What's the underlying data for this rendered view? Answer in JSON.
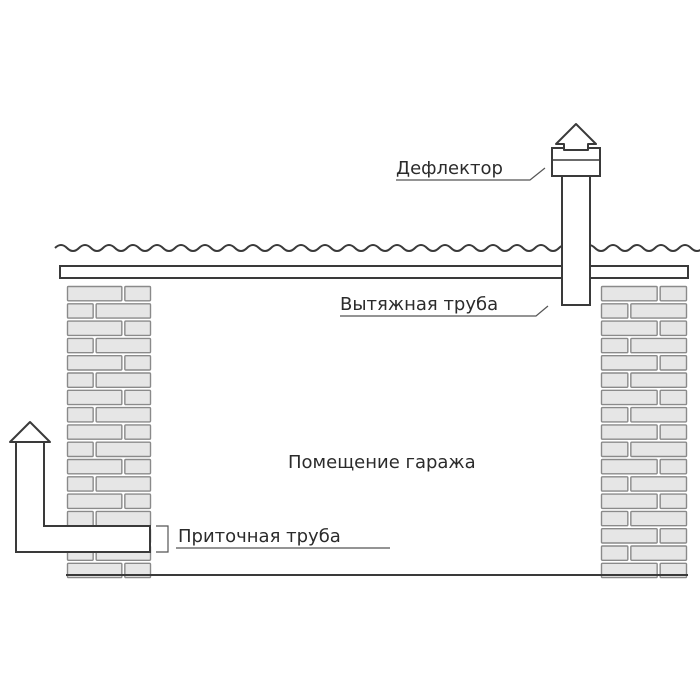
{
  "labels": {
    "deflector": "Дефлектор",
    "exhaust_pipe": "Вытяжная труба",
    "garage_room": "Помещение гаража",
    "supply_pipe": "Приточная труба"
  },
  "colors": {
    "line": "#3a3a3a",
    "brick_fill": "#e6e6e6",
    "brick_stroke": "#8a8a8a",
    "background": "#ffffff"
  },
  "icons": {
    "exhaust_arrow": "up-arrow-icon",
    "supply_arrow": "up-arrow-icon"
  }
}
